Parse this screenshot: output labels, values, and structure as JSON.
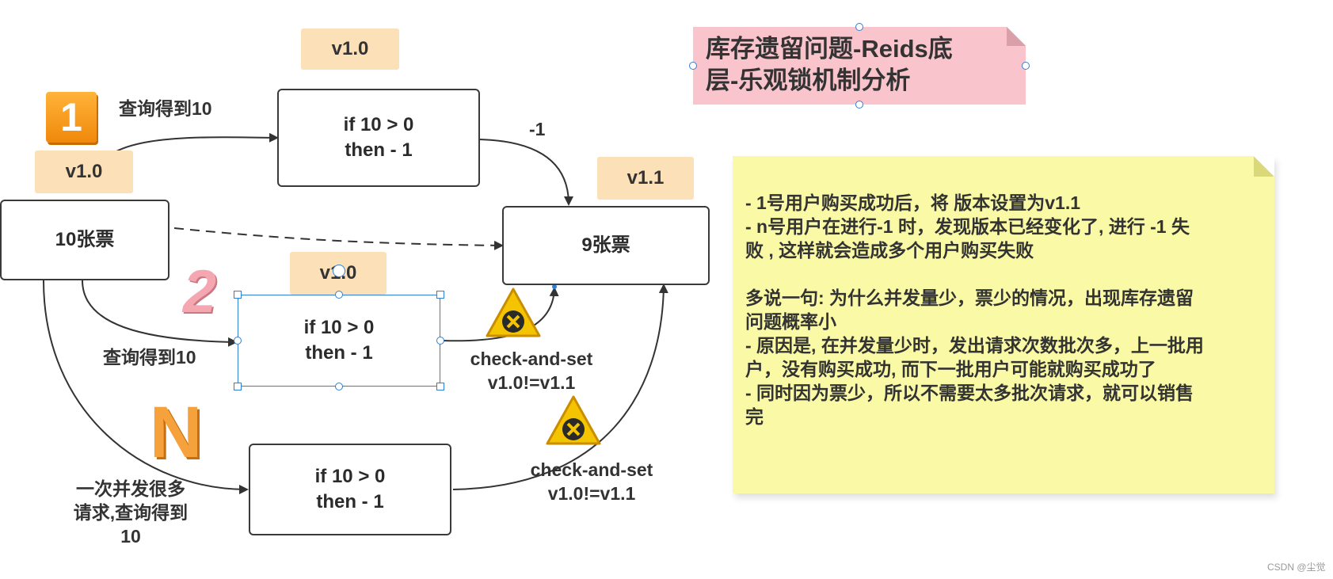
{
  "title": [
    "库存遗留问题-Reids底",
    "层-乐观锁机制分析"
  ],
  "boxes": {
    "tickets10": "10张票",
    "tickets9": "9张票",
    "check_top": [
      "if 10 > 0",
      "then - 1"
    ],
    "check_mid": [
      "if 10 > 0",
      "then - 1"
    ],
    "check_bottom": [
      "if 10 > 0",
      "then - 1"
    ]
  },
  "version_tags": {
    "top": "v1.0",
    "left": "v1.0",
    "mid": "v1.0",
    "right": "v1.1"
  },
  "labels": {
    "query_1": "查询得到10",
    "query_2": "查询得到10",
    "query_n": [
      "一次并发很多",
      "请求,查询得到",
      "10"
    ],
    "minus_one": "-1",
    "cas_mid": [
      "check-and-set",
      "v1.0!=v1.1"
    ],
    "cas_bottom": [
      "check-and-set",
      "v1.0!=v1.1"
    ]
  },
  "badges": {
    "one": "1",
    "two": "2",
    "n": "N"
  },
  "note_lines": [
    "- 1号用户购买成功后，将 版本设置为v1.1",
    "- n号用户在进行-1 时，发现版本已经变化了, 进行 -1 失",
    "败 , 这样就会造成多个用户购买失败",
    "",
    "多说一句: 为什么并发量少，票少的情况，出现库存遗留",
    "问题概率小",
    "- 原因是, 在并发量少时，发出请求次数批次多，上一批用",
    "户，没有购买成功, 而下一批用户可能就购买成功了",
    "- 同时因为票少，所以不需要太多批次请求，就可以销售",
    "完"
  ],
  "watermark": "CSDN @尘觉",
  "colors": {
    "title_bg": "#f9c4cc",
    "note_bg": "#fafaa6",
    "tag_bg": "#fce0b8",
    "selection": "#2f7fd4",
    "badge_orange": "#f6a23c",
    "badge_pink": "#f4a7b0"
  }
}
